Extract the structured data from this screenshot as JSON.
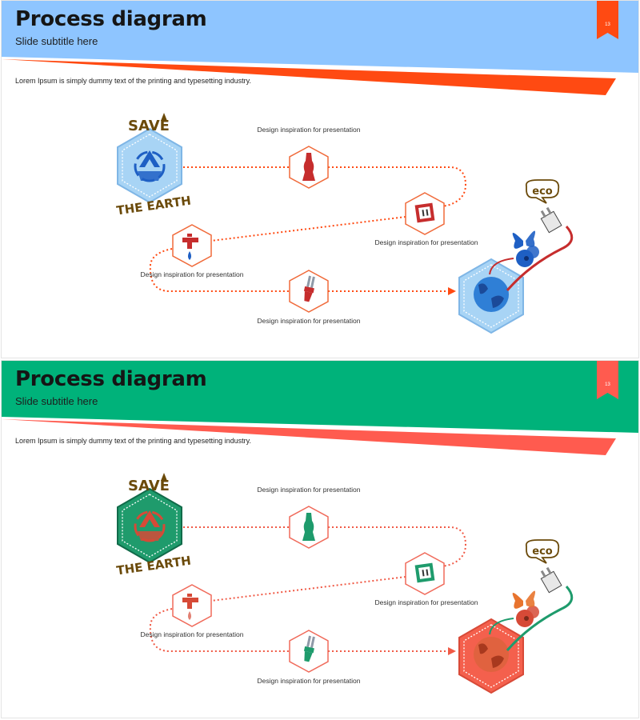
{
  "slides": [
    {
      "title": "Process diagram",
      "subtitle": "Slide subtitle here",
      "page_number": "13",
      "intro": "Lorem Ipsum is simply dummy text of the printing and typesetting industry.",
      "badge_top": "SAVE",
      "badge_bottom": "THE EARTH",
      "eco_label": "eco",
      "steps": [
        {
          "label": "Design inspiration for presentation",
          "icon": "bottle-icon"
        },
        {
          "label": "Design inspiration for presentation",
          "icon": "power-socket-icon"
        },
        {
          "label": "Design inspiration for presentation",
          "icon": "water-tap-icon"
        },
        {
          "label": "Design inspiration for presentation",
          "icon": "light-bulb-icon"
        }
      ],
      "colors": {
        "header": "#8ec5ff",
        "stripe": "#ff4a12",
        "badge_fill": "#a8d4f5",
        "badge_stroke": "#7fb6e6",
        "icon_main": "#1e5fc4",
        "icon_accent": "#c62d2d",
        "path": "#ff4a12",
        "hex_stroke": "#f06a3a",
        "stem": "#c62d2d"
      }
    },
    {
      "title": "Process diagram",
      "subtitle": "Slide subtitle here",
      "page_number": "13",
      "intro": "Lorem Ipsum is simply dummy text of the printing and typesetting industry.",
      "badge_top": "SAVE",
      "badge_bottom": "THE EARTH",
      "eco_label": "eco",
      "steps": [
        {
          "label": "Design inspiration for presentation",
          "icon": "bottle-icon"
        },
        {
          "label": "Design inspiration for presentation",
          "icon": "power-socket-icon"
        },
        {
          "label": "Design inspiration for presentation",
          "icon": "water-tap-icon"
        },
        {
          "label": "Design inspiration for presentation",
          "icon": "light-bulb-icon"
        }
      ],
      "colors": {
        "header": "#00b27a",
        "stripe": "#ff5b4f",
        "badge_fill": "#1f9b6c",
        "badge_stroke": "#116b4a",
        "icon_main": "#1e9b6c",
        "icon_accent": "#d64a37",
        "path": "#f05a46",
        "hex_stroke": "#f06a5a",
        "stem": "#1e9b6c"
      }
    }
  ]
}
